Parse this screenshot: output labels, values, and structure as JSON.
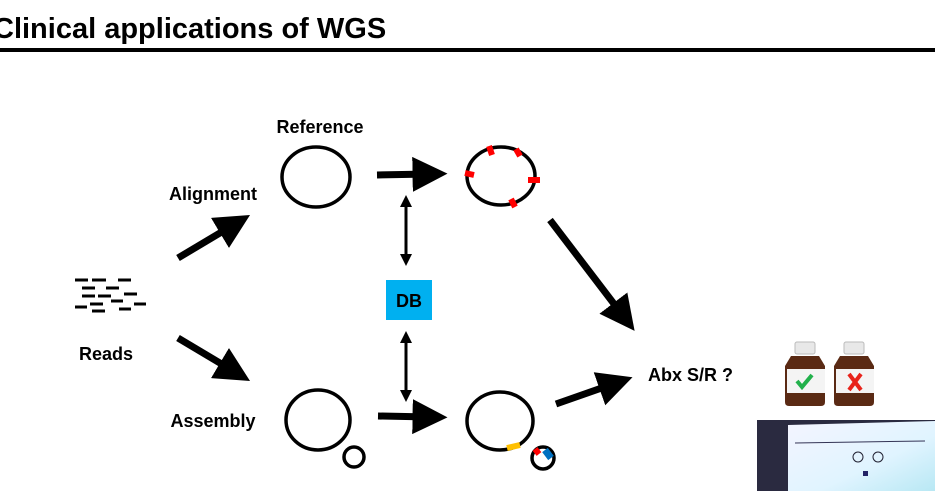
{
  "slide": {
    "title": "Clinical applications of WGS",
    "labels": {
      "reference": "Reference",
      "alignment": "Alignment",
      "reads": "Reads",
      "assembly": "Assembly",
      "db": "DB",
      "abx": "Abx S/R ?"
    },
    "bottles": [
      {
        "mark": "check-icon",
        "color": "#22b14c"
      },
      {
        "mark": "x-icon",
        "color": "#e8231b"
      }
    ],
    "colors": {
      "db_box": "#00b0f0",
      "variant_marks": "#ff0000",
      "assembly_mark_yellow": "#ffc000",
      "assembly_mark_blue": "#0070c0"
    }
  }
}
